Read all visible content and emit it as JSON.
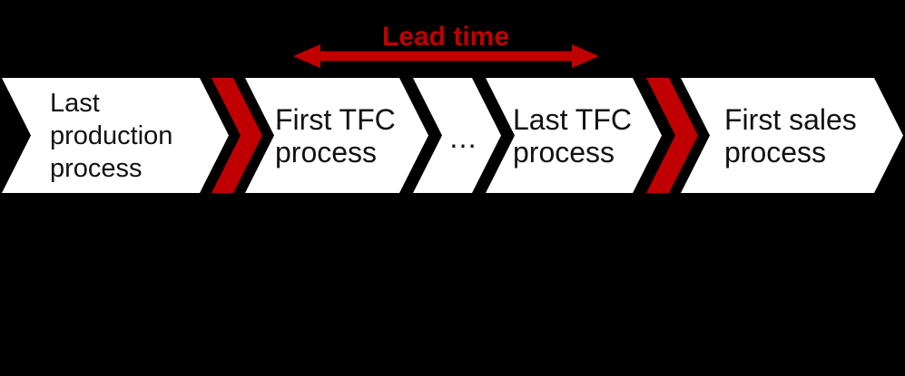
{
  "colors": {
    "background": "#000000",
    "chevron_fill": "#ffffff",
    "accent_red": "#c00000",
    "text_dark": "#111111"
  },
  "lead_time": {
    "label": "Lead time"
  },
  "chevrons": [
    {
      "lines": [
        "Last",
        "production",
        "process"
      ]
    },
    {
      "lines": [
        "First TFC",
        "process"
      ]
    },
    {
      "lines": [
        "…"
      ]
    },
    {
      "lines": [
        "Last TFC",
        "process"
      ]
    },
    {
      "lines": [
        "First sales",
        "process"
      ]
    }
  ]
}
